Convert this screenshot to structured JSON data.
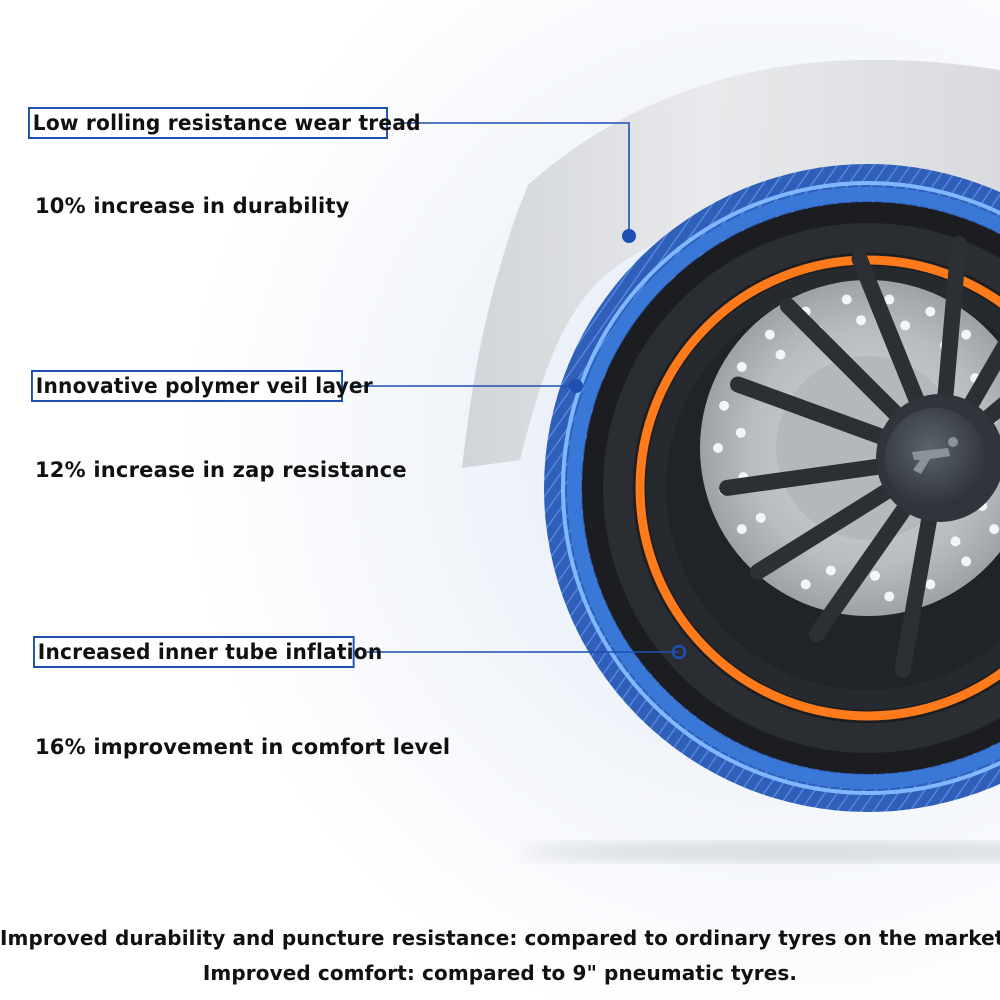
{
  "callouts": [
    {
      "title": "Low rolling resistance wear tread",
      "stat": "10% increase in durability"
    },
    {
      "title": "Innovative polymer veil layer",
      "stat": "12% increase in zap resistance"
    },
    {
      "title": "Increased inner tube inflation",
      "stat": "16% improvement in comfort level"
    }
  ],
  "footer": {
    "line1": "Improved durability and puncture resistance: compared to ordinary tyres on the market;",
    "line2": "Improved comfort: compared to 9\" pneumatic tyres."
  },
  "colors": {
    "outline": "#1f4fb0",
    "tread_blue": "#3a78d8",
    "accent_orange": "#ff7a1a",
    "tire_black": "#1b1d20",
    "text": "#111111"
  },
  "icons": {
    "hub_logo": "segway-logo-icon"
  }
}
